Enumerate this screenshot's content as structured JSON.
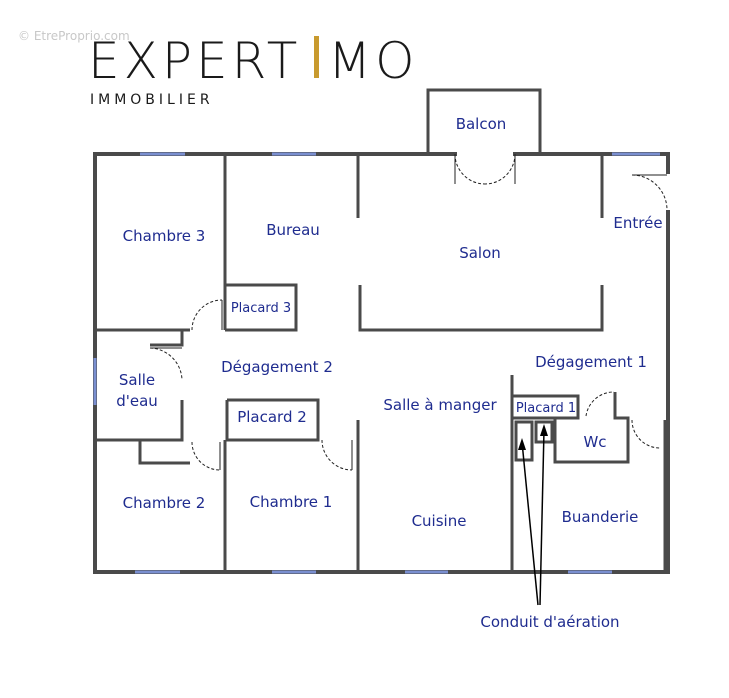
{
  "watermark": "© EtreProprio.com",
  "brand": {
    "name_part1": "EXPERT",
    "name_part2": "MO",
    "subtitle": "IMMOBILIER",
    "accent_color": "#c89a2e"
  },
  "rooms": {
    "balcon": "Balcon",
    "chambre3": "Chambre 3",
    "bureau": "Bureau",
    "salon": "Salon",
    "entree": "Entrée",
    "placard3": "Placard 3",
    "salle_deau_line1": "Salle",
    "salle_deau_line2": "d'eau",
    "degagement2": "Dégagement 2",
    "degagement1": "Dégagement 1",
    "placard2": "Placard 2",
    "salle_a_manger": "Salle à manger",
    "placard1": "Placard 1",
    "wc": "Wc",
    "chambre2": "Chambre 2",
    "chambre1": "Chambre 1",
    "cuisine": "Cuisine",
    "buanderie": "Buanderie"
  },
  "annotation": "Conduit d'aération",
  "colors": {
    "wall": "#4a4a4a",
    "window": "#7a8fd0",
    "label": "#1f2c8f"
  }
}
